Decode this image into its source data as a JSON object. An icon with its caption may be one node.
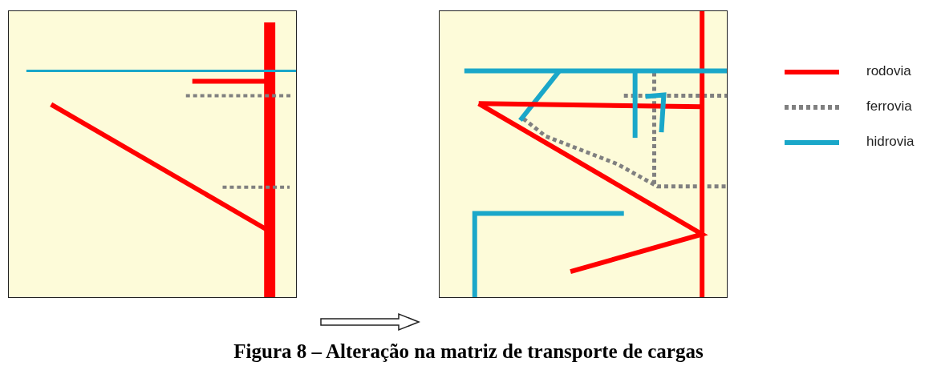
{
  "diagram": {
    "caption": "Figura 8 – Alteração na matriz de transporte de cargas",
    "nodes": [
      {
        "text": [],
        "shape": "picture"
      },
      {
        "text": [],
        "shape": "picture"
      }
    ],
    "edges": [
      {
        "from": 0,
        "to": 1,
        "arrow": "to"
      }
    ],
    "legend": [
      {
        "text": "rodovia"
      },
      {
        "text": "ferrovia"
      },
      {
        "text": "hidrovia"
      }
    ]
  }
}
